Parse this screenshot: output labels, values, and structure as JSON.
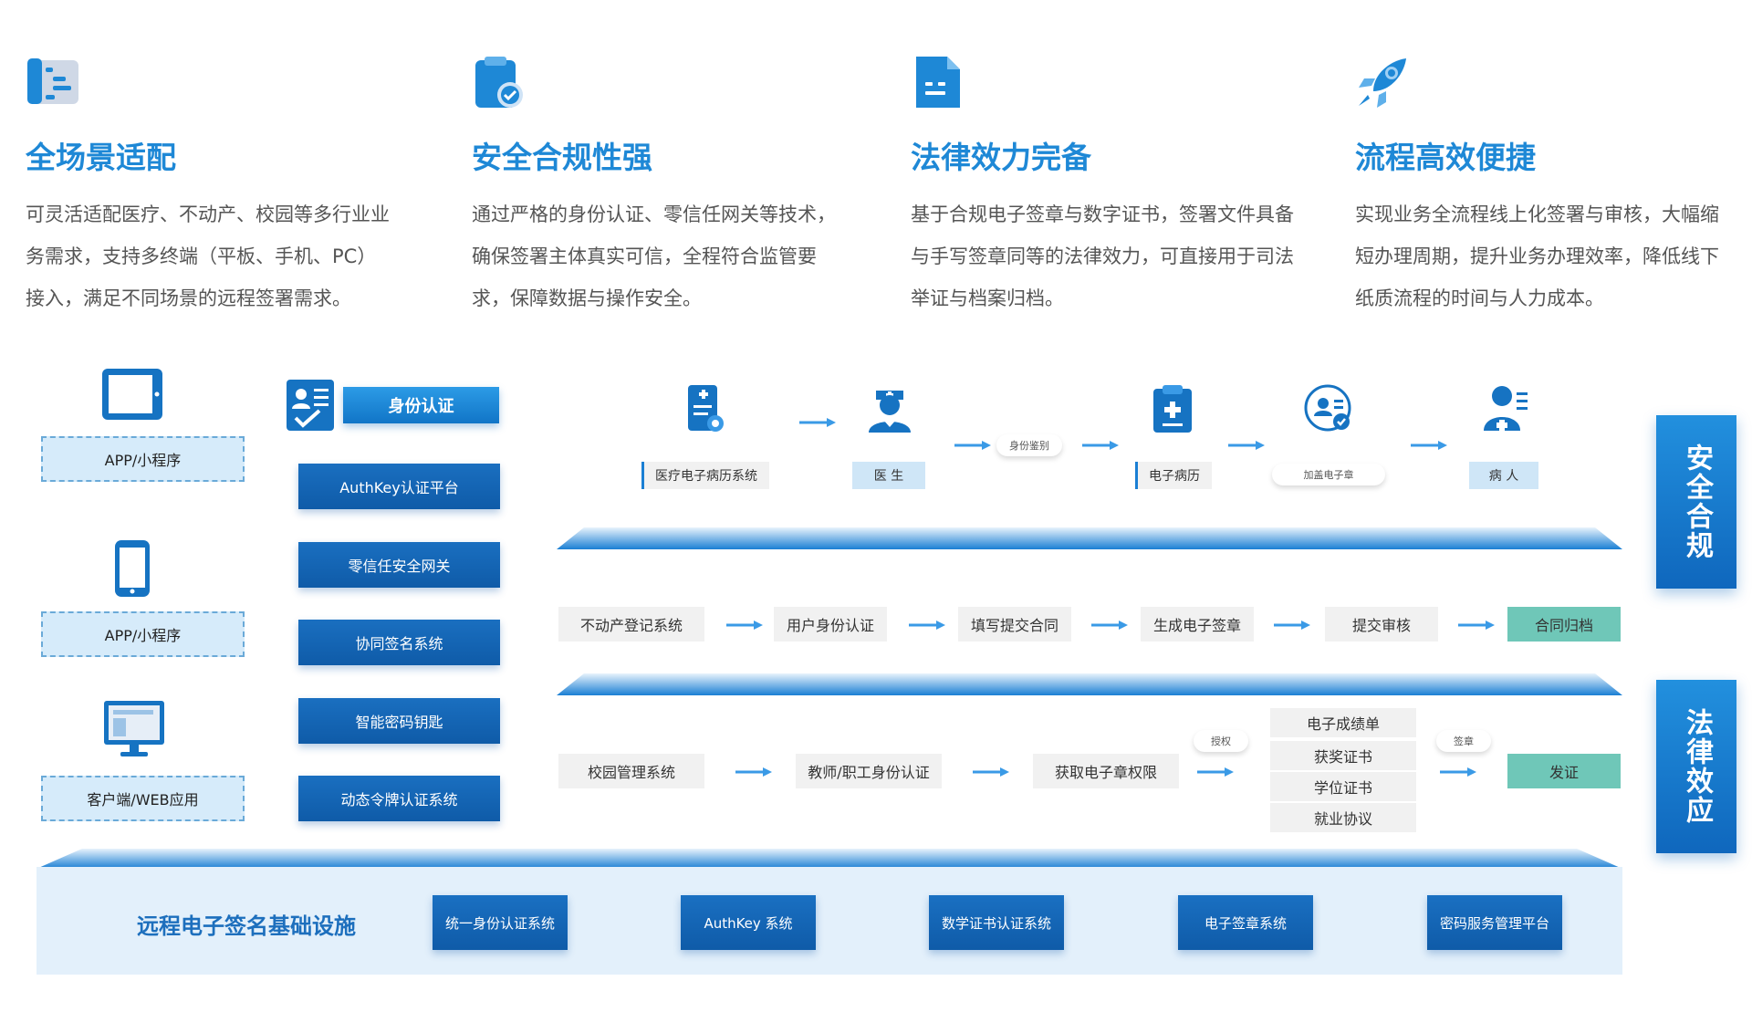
{
  "features": [
    {
      "icon": "list-card-icon",
      "title": "全场景适配",
      "lines": [
        "可灵活适配医疗、不动产、校园等多行业业",
        "务需求，支持多终端（平板、手机、PC）",
        "接入，满足不同场景的远程签署需求。"
      ]
    },
    {
      "icon": "secure-clipboard-icon",
      "title": "安全合规性强",
      "lines": [
        "通过严格的身份认证、零信任网关等技术，",
        "确保签署主体真实可信，全程符合监管要",
        "求，保障数据与操作安全。"
      ]
    },
    {
      "icon": "legal-document-icon",
      "title": "法律效力完备",
      "lines": [
        "基于合规电子签章与数字证书，签署文件具备",
        "与手写签章同等的法律效力，可直接用于司法",
        "举证与档案归档。"
      ]
    },
    {
      "icon": "rocket-icon",
      "title": "流程高效便捷",
      "lines": [
        "实现业务全流程线上化签署与审核，大幅缩",
        "短办理周期，提升业务办理效率，降低线下",
        "纸质流程的时间与人力成本。"
      ]
    }
  ],
  "clients": [
    {
      "icon": "tablet-icon",
      "label": "APP/小程序"
    },
    {
      "icon": "phone-icon",
      "label": "APP/小程序"
    },
    {
      "icon": "monitor-icon",
      "label": "客户端/WEB应用"
    }
  ],
  "auth": {
    "header": "身份认证",
    "items": [
      "AuthKey认证平台",
      "零信任安全网关",
      "协同签名系统",
      "智能密码钥匙",
      "动态令牌认证系统"
    ]
  },
  "medical_flow": {
    "labels": [
      "医疗电子病历系统",
      "医 生",
      "电子病历",
      "病 人"
    ],
    "pills": [
      "身份鉴别",
      "加盖电子章"
    ],
    "icons": [
      "medical-record-icon",
      "doctor-icon",
      "clipboard-plus-icon",
      "certified-user-icon",
      "patient-icon"
    ]
  },
  "property_flow": [
    "不动产登记系统",
    "用户身份认证",
    "填写提交合同",
    "生成电子签章",
    "提交审核",
    "合同归档"
  ],
  "campus_flow": {
    "steps": [
      "校园管理系统",
      "教师/职工身份认证",
      "获取电子章权限"
    ],
    "auth_pill": "授权",
    "documents": [
      "电子成绩单",
      "获奖证书",
      "学位证书",
      "就业协议"
    ],
    "sign_pill": "签章",
    "result": "发证"
  },
  "side_tags": [
    "安全合规",
    "法律效应"
  ],
  "infrastructure": {
    "title": "远程电子签名基础设施",
    "items": [
      "统一身份认证系统",
      "AuthKey 系统",
      "数学证书认证系统",
      "电子签章系统",
      "密码服务管理平台"
    ]
  },
  "colors": {
    "accent": "#1e88d6",
    "dark_blue": "#0f5ba8",
    "green": "#6fc7b8",
    "light_blue": "#d6ebfa"
  }
}
